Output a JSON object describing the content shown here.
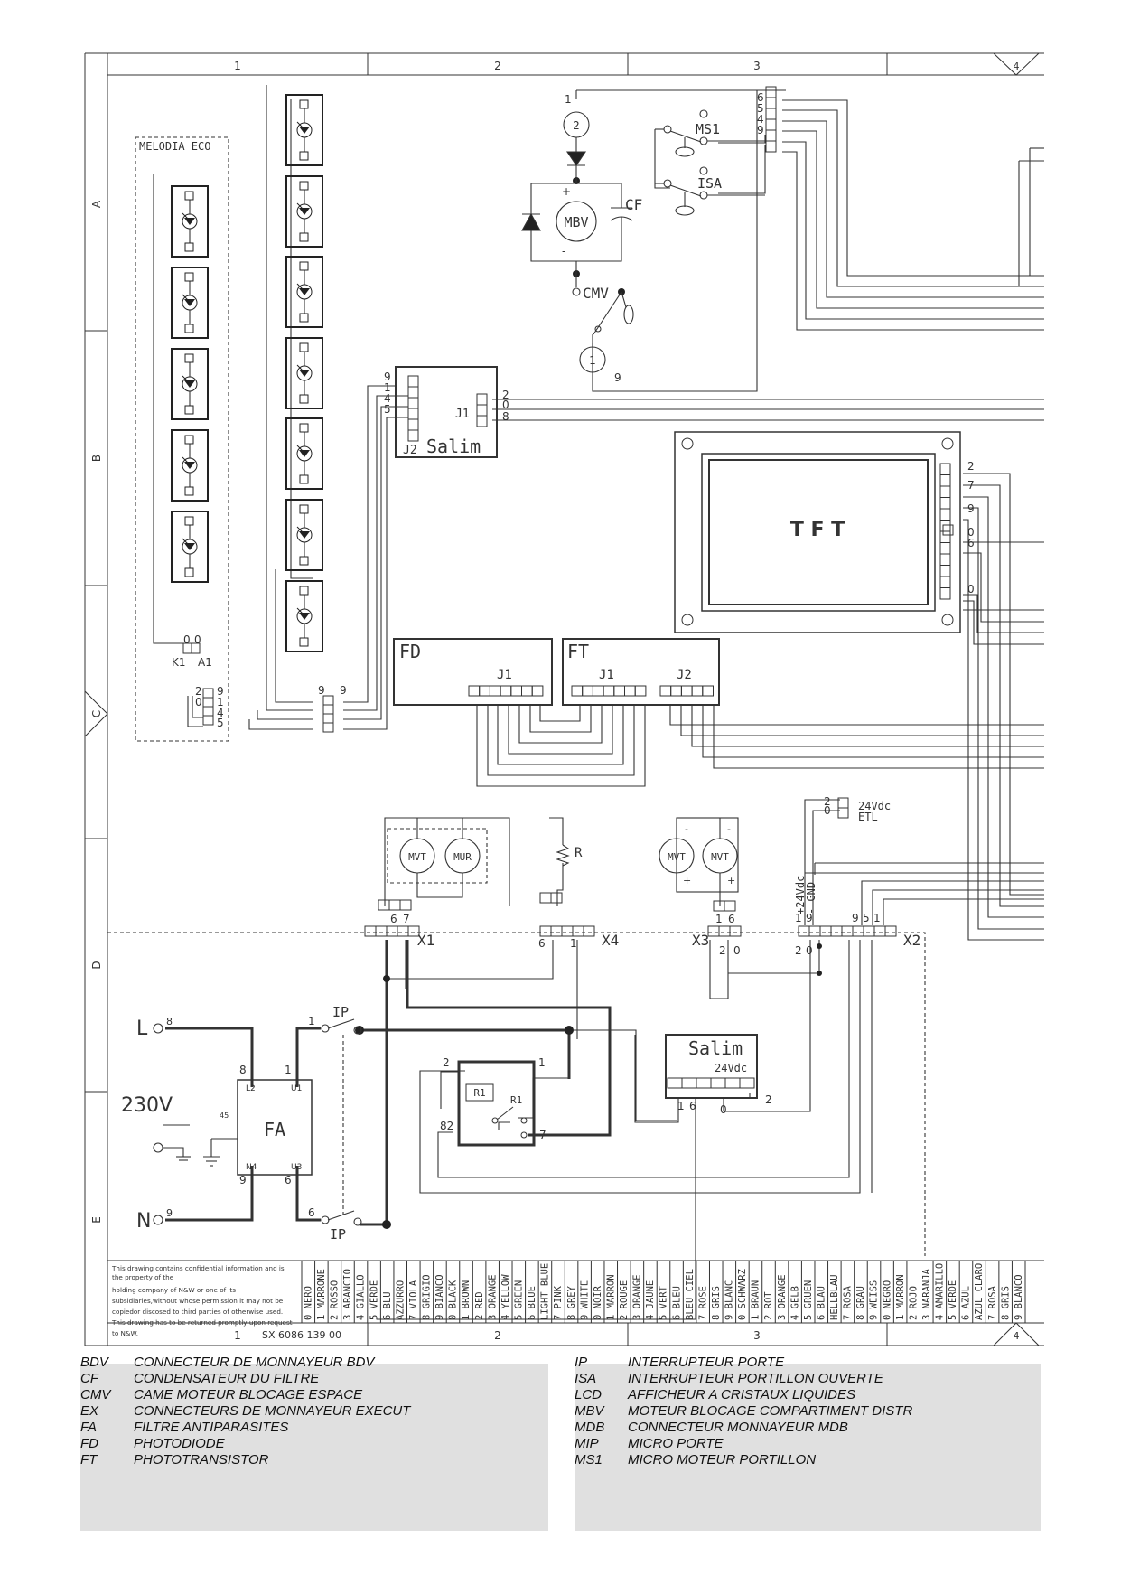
{
  "columns": [
    "1",
    "2",
    "3",
    "4"
  ],
  "rows": [
    "A",
    "B",
    "C",
    "D",
    "E"
  ],
  "title_block": {
    "notice": [
      "This drawing contains confidential information and is",
      "the property of the",
      "holding company of N&W or one of its",
      "subsidiaries,without whose permission it may not be",
      "copiedor discosed to third parties of otherwise used.",
      "This drawing has to be returned promptly upon request",
      "to N&W."
    ],
    "drawing_no": "SX 6086 139 00"
  },
  "color_codes": [
    "0 NERO",
    "1 MARRONE",
    "2 ROSSO",
    "3 ARANCIO",
    "4 GIALLO",
    "5 VERDE",
    "6 BLU",
    "AZZURRO",
    "7 VIOLA",
    "8 GRIGIO",
    "9 BIANCO",
    "0 BLACK",
    "1 BROWN",
    "2 RED",
    "3 ORANGE",
    "4 YELLOW",
    "5 GREEN",
    "6 BLUE",
    "LIGHT BLUE",
    "7 PINK",
    "8 GREY",
    "9 WHITE",
    "0 NOIR",
    "1 MARRON",
    "2 ROUGE",
    "3 ORANGE",
    "4 JAUNE",
    "5 VERT",
    "6 BLEU",
    "BLEU CIEL",
    "7 ROSE",
    "8 GRIS",
    "9 BLANC",
    "0 SCHWARZ",
    "1 BRAUN",
    "2 ROT",
    "3 ORANGE",
    "4 GELB",
    "5 GRUEN",
    "6 BLAU",
    "HELLBLAU",
    "7 ROSA",
    "8 GRAU",
    "9 WEISS",
    "0 NEGRO",
    "1 MARRON",
    "2 ROJO",
    "3 NARANJA",
    "4 AMARILLO",
    "5 VERDE",
    "6 AZUL",
    "AZUL CLARO",
    "7 ROSA",
    "8 GRIS",
    "9 BLANCO"
  ],
  "components": {
    "melodia": "MELODIA ECO",
    "salim_j": "Salim",
    "j1": "J1",
    "j2": "J2",
    "salim_24": "Salim",
    "salim_24_v": "24Vdc",
    "tft": "T F T",
    "fd": "FD",
    "ft": "FT",
    "fd_j1": "J1",
    "ft_j1": "J1",
    "ft_j2": "J2",
    "mbv": "MBV",
    "cf": "CF",
    "cmv": "CMV",
    "ms1": "MS1",
    "isa": "ISA",
    "fa": "FA",
    "r": "R",
    "r1_coil": "R1",
    "r1_contact": "R1",
    "mvt": "MVT",
    "mur": "MUR",
    "l": "L",
    "n": "N",
    "v230": "230V",
    "ip_top": "IP",
    "ip_bottom": "IP",
    "x1": "X1",
    "x2": "X2",
    "x3": "X3",
    "x4": "X4",
    "v24": "24Vdc",
    "etl": "ETL",
    "p24": "+24Vdc",
    "gnd": "- GND"
  },
  "legend_left": [
    {
      "code": "BDV",
      "desc": "CONNECTEUR DE MONNAYEUR BDV"
    },
    {
      "code": "CF",
      "desc": "CONDENSATEUR DU FILTRE"
    },
    {
      "code": "CMV",
      "desc": "CAME MOTEUR BLOCAGE ESPACE"
    },
    {
      "code": "EX",
      "desc": "CONNECTEURS DE MONNAYEUR EXECUT"
    },
    {
      "code": "FA",
      "desc": "FILTRE ANTIPARASITES"
    },
    {
      "code": "FD",
      "desc": "PHOTODIODE"
    },
    {
      "code": "FT",
      "desc": "PHOTOTRANSISTOR"
    }
  ],
  "legend_right": [
    {
      "code": "IP",
      "desc": "INTERRUPTEUR PORTE"
    },
    {
      "code": "ISA",
      "desc": "INTERRUPTEUR PORTILLON OUVERTE"
    },
    {
      "code": "LCD",
      "desc": "AFFICHEUR A CRISTAUX LIQUIDES"
    },
    {
      "code": "MBV",
      "desc": "MOTEUR BLOCAGE COMPARTIMENT DISTR"
    },
    {
      "code": "MDB",
      "desc": "CONNECTEUR  MONNAYEUR MDB"
    },
    {
      "code": "MIP",
      "desc": "MICRO PORTE"
    },
    {
      "code": "MS1",
      "desc": "MICRO MOTEUR PORTILLON"
    }
  ]
}
